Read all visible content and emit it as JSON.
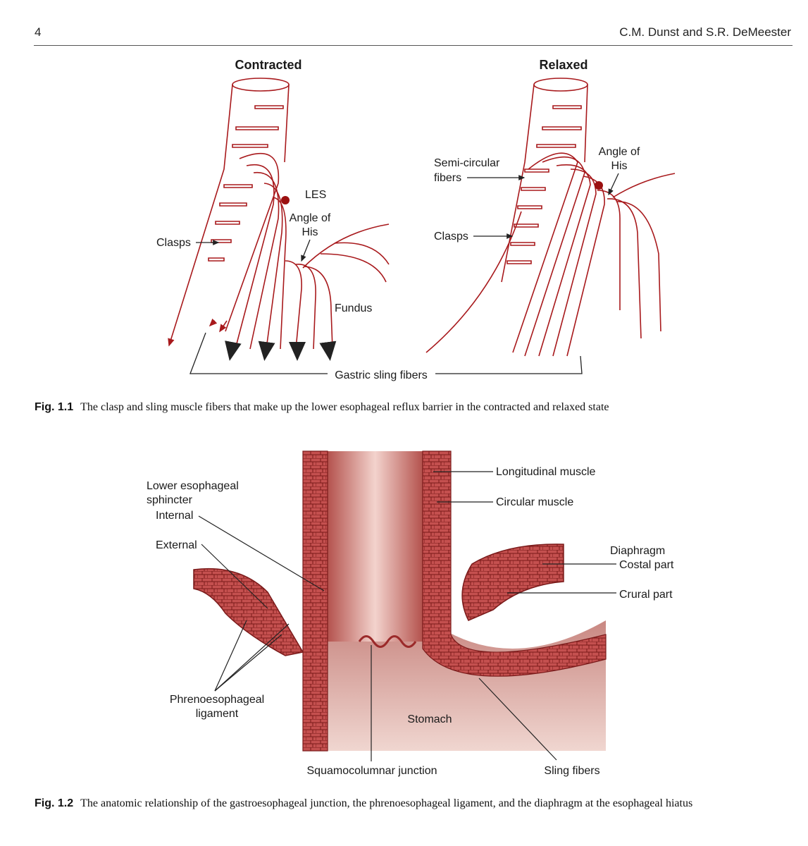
{
  "header": {
    "page_number": "4",
    "running_head": "C.M. Dunst and S.R. DeMeester"
  },
  "figure1": {
    "panel_left_title": "Contracted",
    "panel_right_title": "Relaxed",
    "labels": {
      "les": "LES",
      "angle_left_1": "Angle of",
      "angle_left_2": "His",
      "clasps_left": "Clasps",
      "fundus": "Fundus",
      "semi_1": "Semi-circular",
      "semi_2": "fibers",
      "clasps_right": "Clasps",
      "angle_right_1": "Angle of",
      "angle_right_2": "His",
      "gastric_sling": "Gastric sling fibers"
    },
    "caption_label": "Fig. 1.1",
    "caption_text": "The clasp and sling muscle fibers that make up the lower esophageal reflux barrier in the contracted and relaxed state",
    "colors": {
      "line": "#a8191c",
      "dot": "#9b1010"
    }
  },
  "figure2": {
    "labels": {
      "les_1": "Lower esophageal",
      "les_2": "sphincter",
      "internal": "Internal",
      "external": "External",
      "phreno_1": "Phrenoesophageal",
      "phreno_2": "ligament",
      "longitudinal": "Longitudinal muscle",
      "circular": "Circular muscle",
      "diaphragm": "Diaphragm",
      "costal": "Costal part",
      "crural": "Crural part",
      "stomach": "Stomach",
      "squamo": "Squamocolumnar junction",
      "sling": "Sling fibers"
    },
    "caption_label": "Fig. 1.2",
    "caption_text": "The anatomic relationship of the gastroesophageal junction, the phrenoesophageal ligament, and the diaphragm at the esophageal hiatus",
    "colors": {
      "muscle": "#b5393c",
      "lumen": "#d9928c",
      "stomach": "#c98882"
    }
  }
}
